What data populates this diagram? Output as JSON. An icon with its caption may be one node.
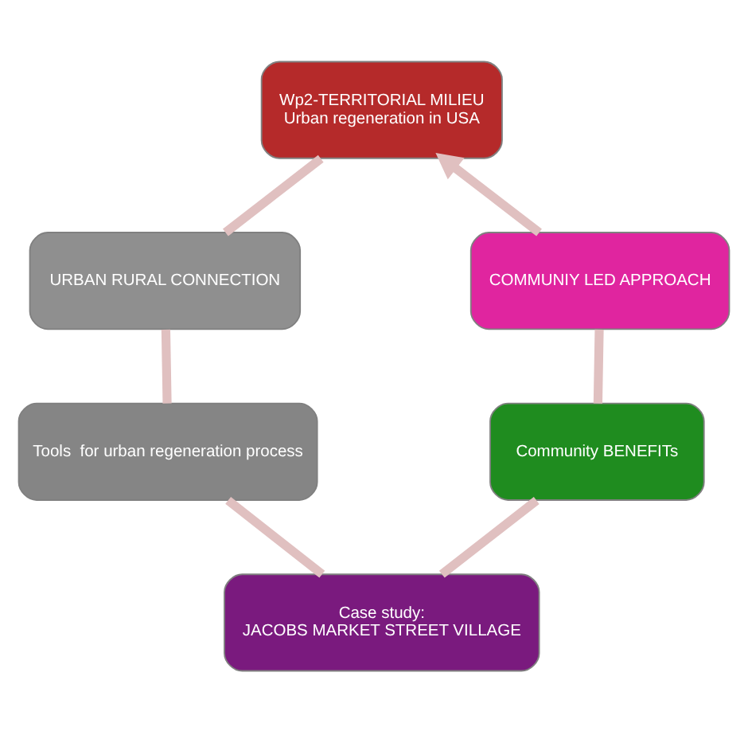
{
  "diagram": {
    "nodes": [
      {
        "text": [
          "Wp2-TERRITORIAL MILIEU",
          "Urban regeneration in USA"
        ]
      },
      {
        "text": [
          "URBAN RURAL CONNECTION"
        ]
      },
      {
        "text": [
          "Tools  for urban regeneration process"
        ]
      },
      {
        "text": [
          "Case study:",
          "JACOBS MARKET STREET VILLAGE"
        ]
      },
      {
        "text": [
          "Community BENEFITs"
        ]
      },
      {
        "text": [
          "COMMUNIY LED APPROACH"
        ]
      }
    ],
    "edges": [
      {
        "from": 0,
        "to": 1,
        "arrow": "none"
      },
      {
        "from": 1,
        "to": 2,
        "arrow": "none"
      },
      {
        "from": 2,
        "to": 3,
        "arrow": "none"
      },
      {
        "from": 3,
        "to": 4,
        "arrow": "none"
      },
      {
        "from": 4,
        "to": 5,
        "arrow": "none"
      },
      {
        "from": 5,
        "to": 0,
        "arrow": "to"
      }
    ]
  }
}
